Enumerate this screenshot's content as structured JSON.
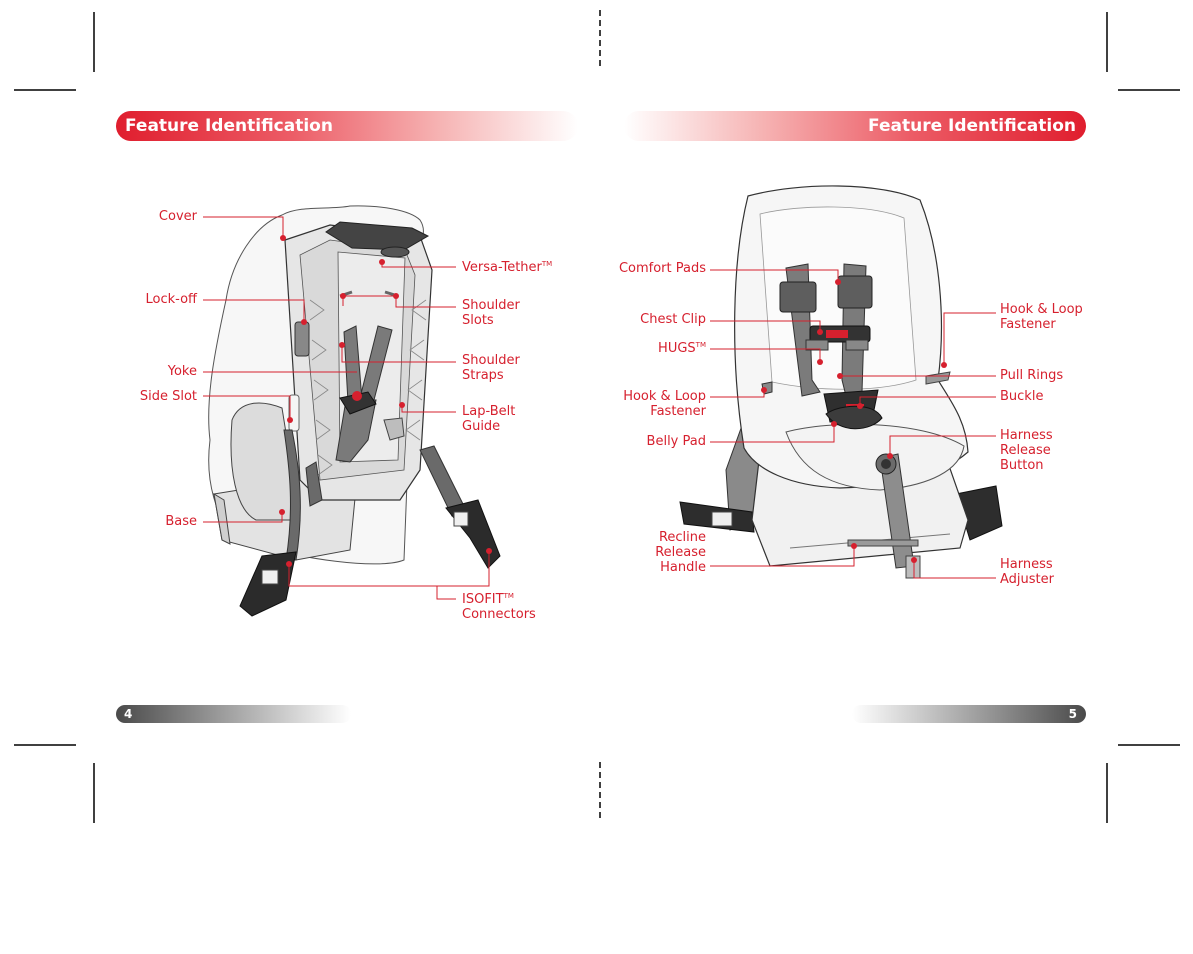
{
  "colors": {
    "accent": "#d6202e",
    "footer_gray": "#666666"
  },
  "left_page": {
    "header": "Feature Identification",
    "page_number": "4",
    "labels": {
      "cover": "Cover",
      "lock_off": "Lock-off",
      "yoke": "Yoke",
      "side_slot": "Side Slot",
      "base": "Base",
      "versa_tether": "Versa-Tether",
      "versa_tether_tm": "TM",
      "shoulder_slots_1": "Shoulder",
      "shoulder_slots_2": "Slots",
      "shoulder_straps_1": "Shoulder",
      "shoulder_straps_2": "Straps",
      "lap_belt_1": "Lap-Belt",
      "lap_belt_2": "Guide",
      "isofit_1": "ISOFIT",
      "isofit_tm": "TM",
      "isofit_2": "Connectors"
    }
  },
  "right_page": {
    "header": "Feature Identification",
    "page_number": "5",
    "labels": {
      "comfort_pads": "Comfort Pads",
      "chest_clip": "Chest Clip",
      "hugs": "HUGS",
      "hugs_tm": "TM",
      "hook_loop_left_1": "Hook & Loop",
      "hook_loop_left_2": "Fastener",
      "belly_pad": "Belly Pad",
      "recline_1": "Recline",
      "recline_2": "Release",
      "recline_3": "Handle",
      "hook_loop_right_1": "Hook & Loop",
      "hook_loop_right_2": "Fastener",
      "pull_rings": "Pull Rings",
      "buckle": "Buckle",
      "harness_release_1": "Harness",
      "harness_release_2": "Release",
      "harness_release_3": "Button",
      "harness_adjuster_1": "Harness",
      "harness_adjuster_2": "Adjuster"
    }
  }
}
